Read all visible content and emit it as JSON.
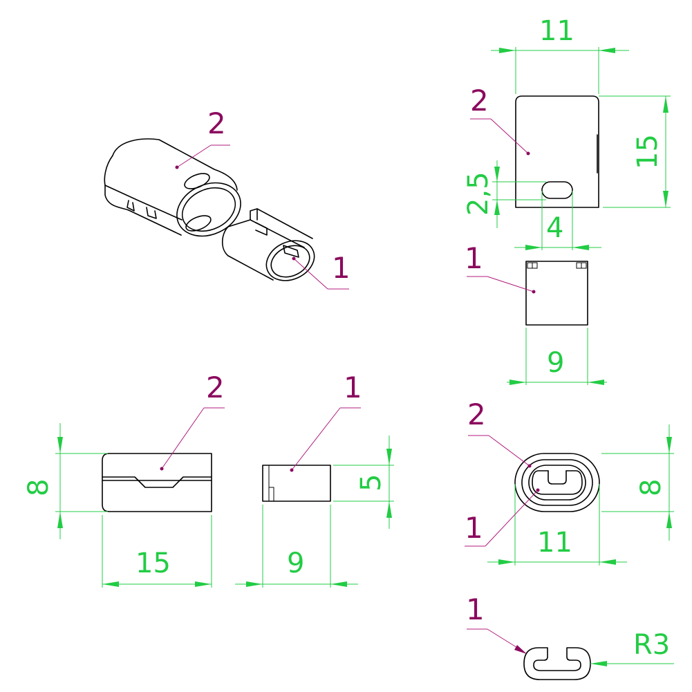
{
  "colors": {
    "dimension": "#22cc44",
    "callout": "#8b0a5e",
    "outline": "#000000"
  },
  "callouts": {
    "iso_part2": "2",
    "iso_part1": "1",
    "top_part2": "2",
    "top_part1": "1",
    "front_part2": "2",
    "front_part1": "1",
    "end_part2": "2",
    "end_part1": "1",
    "section_part1": "1"
  },
  "dimensions": {
    "top_width": "11",
    "top_height": "15",
    "slot_offset": "2,5",
    "slot_width": "4",
    "insert_width": "9",
    "front_height": "8",
    "front_length": "15",
    "insert_length": "9",
    "insert_height": "5",
    "end_height": "8",
    "end_width": "11",
    "radius": "R3"
  }
}
